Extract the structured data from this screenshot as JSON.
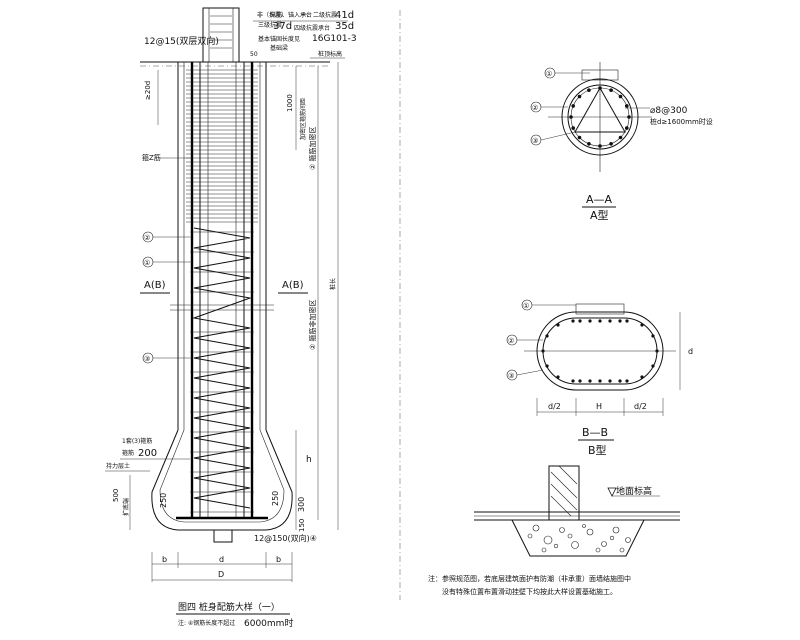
{
  "pile_elevation": {
    "top_spec_lines": [
      "非（抗震）",
      "纵筋、锚入承台",
      "三级抗震",
      "四级抗震"
    ],
    "top_spec_values": [
      "41d",
      "37d",
      "35d"
    ],
    "seismic_notes": [
      "一、二级抗震",
      "四级抗震承台"
    ],
    "anchor_note": "基本锚固长度见",
    "anchor_code": "16G101-3",
    "top_rebar": "12@15(双层双向)",
    "cap_dim": "50",
    "cap_note": "基础梁",
    "pile_top_label": "桩顶标高",
    "dim_20d": "≥20d",
    "dim_1000": "1000",
    "hoop_note": "加密区箍筋间距",
    "hoop_callout": "箍Z筋",
    "zone2_upper": "② 箍筋加密区",
    "zone2_lower": "② 箍筋非加密区",
    "pile_length": "桩长",
    "markers": [
      "①",
      "②",
      "③",
      "④"
    ],
    "section_left": "A(B)",
    "section_right": "A(B)",
    "bell_rebar_1": "1套(3)箍筋",
    "bell_rebar_2": "箍筋",
    "bell_dim_200": "200",
    "ground_note": "持力层土",
    "dim_500": "500",
    "bell_side_note": "扩底端",
    "dim_250_left": "250",
    "dim_250_right": "250",
    "dim_h": "h",
    "dim_300": "300",
    "dim_150": "150",
    "bottom_rebar": "12@150(双向)④",
    "dims_bottom": [
      "b",
      "d",
      "b"
    ],
    "dim_D": "D",
    "caption": "图四  桩身配筋大样（一）",
    "caption_note": "注: ④钢筋长度不超过",
    "caption_note_value": "6000mm时"
  },
  "section_a": {
    "markers": [
      "①",
      "②",
      "③"
    ],
    "spec_1": "⌀8@300",
    "spec_2": "桩d≥1600mm时设",
    "title": "A—A",
    "subtitle": "A型"
  },
  "section_b": {
    "markers": [
      "①",
      "②",
      "③"
    ],
    "dims": [
      "d/2",
      "H",
      "d/2"
    ],
    "dim_d": "d",
    "title": "B—B",
    "subtitle": "B型"
  },
  "ground_detail": {
    "label": "地面标高",
    "note_line_1": "注：参照规范图，若底层建筑面护有防潮（非承重）面墙结施图中",
    "note_line_2": "没有特殊位置布置滑动挂壁下均按此大样设置基础施工。"
  }
}
